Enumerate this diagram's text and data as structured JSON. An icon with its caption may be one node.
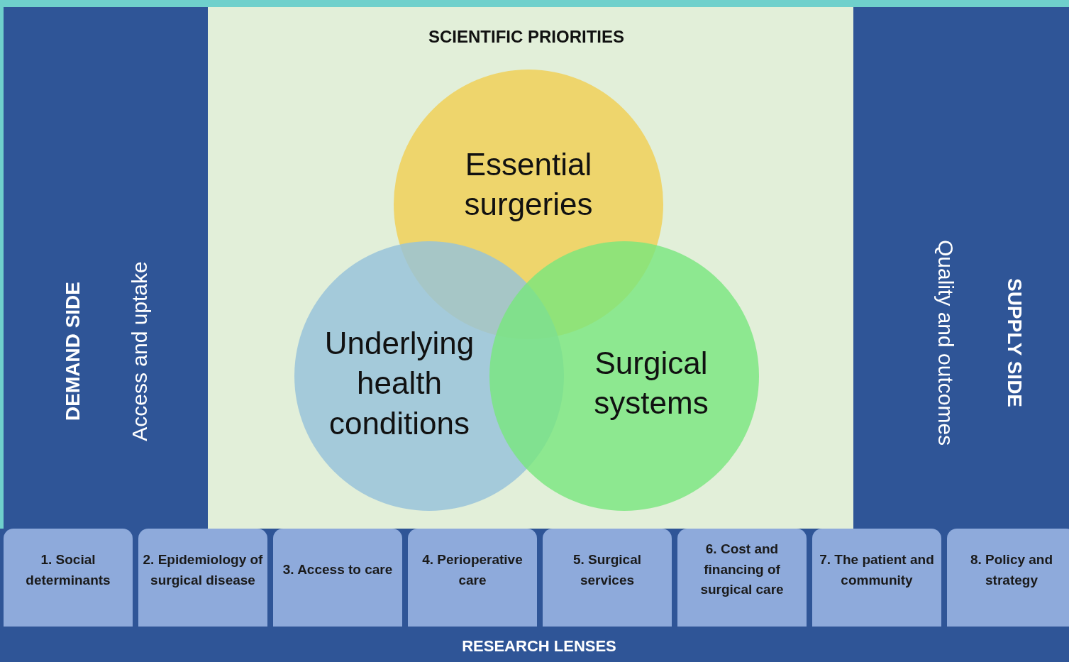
{
  "diagram": {
    "nodes": [
      {
        "text": [
          "DEMAND SIDE",
          "Access and uptake"
        ]
      },
      {
        "text": [
          "SCIENTIFIC PRIORITIES"
        ]
      },
      {
        "text": [
          "Quality and outcomes",
          "SUPPLY SIDE"
        ]
      },
      {
        "text": [
          "Essential surgeries"
        ],
        "in": 1
      },
      {
        "text": [
          "Underlying health conditions"
        ],
        "in": 1
      },
      {
        "text": [
          "Surgical systems"
        ],
        "in": 1
      },
      {
        "text": [
          "RESEARCH LENSES"
        ]
      },
      {
        "text": [
          "1. Social determinants"
        ],
        "in": 6
      },
      {
        "text": [
          "2. Epidemiology of surgical disease"
        ],
        "in": 6
      },
      {
        "text": [
          "3. Access to care"
        ],
        "in": 6
      },
      {
        "text": [
          "4. Perioperative care"
        ],
        "in": 6
      },
      {
        "text": [
          "5. Surgical services"
        ],
        "in": 6
      },
      {
        "text": [
          "6. Cost and financing of surgical care"
        ],
        "in": 6
      },
      {
        "text": [
          "7. The patient and community"
        ],
        "in": 6
      },
      {
        "text": [
          "8. Policy and strategy"
        ],
        "in": 6
      }
    ]
  }
}
